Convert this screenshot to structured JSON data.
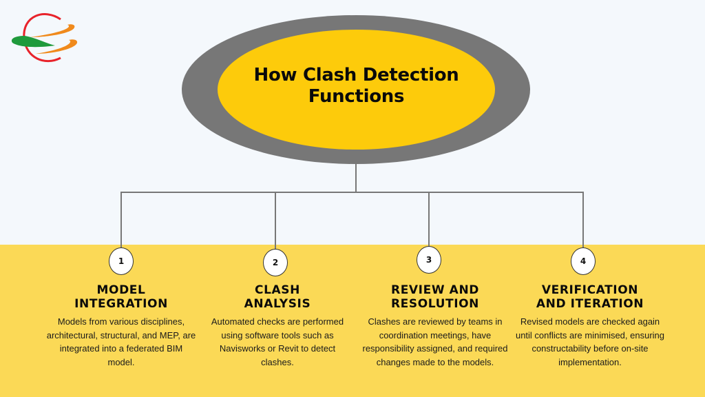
{
  "title": "How Clash Detection Functions",
  "colors": {
    "background": "#f4f8fc",
    "band": "#fbd956",
    "ellipse_outer": "#777777",
    "ellipse_inner": "#fdcb0b",
    "logo_red": "#e8232b",
    "logo_orange": "#f08a1c",
    "logo_green": "#1f9a3c"
  },
  "logo": {
    "icon": "globe-swoosh-logo-icon"
  },
  "steps": [
    {
      "number": "1",
      "heading": "MODEL INTEGRATION",
      "description": "Models from various disciplines, architectural, structural, and MEP, are integrated into a federated BIM model."
    },
    {
      "number": "2",
      "heading": "CLASH ANALYSIS",
      "description": "Automated checks are performed using software tools such as Navisworks or Revit to detect clashes."
    },
    {
      "number": "3",
      "heading": "REVIEW AND RESOLUTION",
      "description": "Clashes are reviewed by teams in coordination meetings, have responsibility assigned, and required changes made to the models."
    },
    {
      "number": "4",
      "heading": "VERIFICATION AND ITERATION",
      "description": "Revised models are checked again until conflicts are minimised, ensuring constructability before on-site implementation."
    }
  ]
}
